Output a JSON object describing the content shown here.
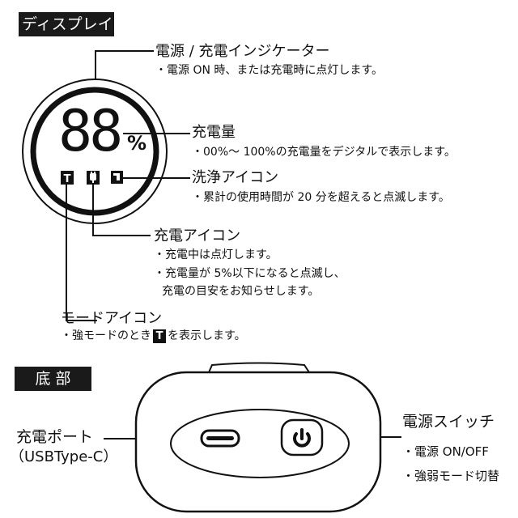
{
  "display_section": {
    "title": "ディスプレイ",
    "lcd_digits": "88",
    "lcd_percent": "%",
    "mode_icon_letter": "T",
    "callouts": {
      "indicator": {
        "title": "電源 / 充電インジケーター",
        "lines": [
          "・電源 ON 時、または充電時に点灯します。"
        ]
      },
      "charge_level": {
        "title": "充電量",
        "lines": [
          "・00%〜 100%の充電量をデジタルで表示します。"
        ]
      },
      "wash_icon": {
        "title": "洗浄アイコン",
        "lines": [
          "・累計の使用時間が 20 分を超えると点滅します。"
        ]
      },
      "charge_icon": {
        "title": "充電アイコン",
        "lines": [
          "・充電中は点灯します。",
          "・充電量が 5%以下になると点滅し、",
          "充電の目安をお知らせします。"
        ]
      },
      "mode_icon": {
        "title": "モードアイコン",
        "line_before": "・強モードのとき",
        "line_icon": "T",
        "line_after": "を表示します。"
      }
    }
  },
  "bottom_section": {
    "title": "底 部",
    "charge_port": {
      "title": "充電ポート",
      "subtitle": "（USBType-C）"
    },
    "power_switch": {
      "title": "電源スイッチ",
      "lines": [
        "・電源 ON/OFF",
        "・強弱モード切替"
      ]
    }
  }
}
